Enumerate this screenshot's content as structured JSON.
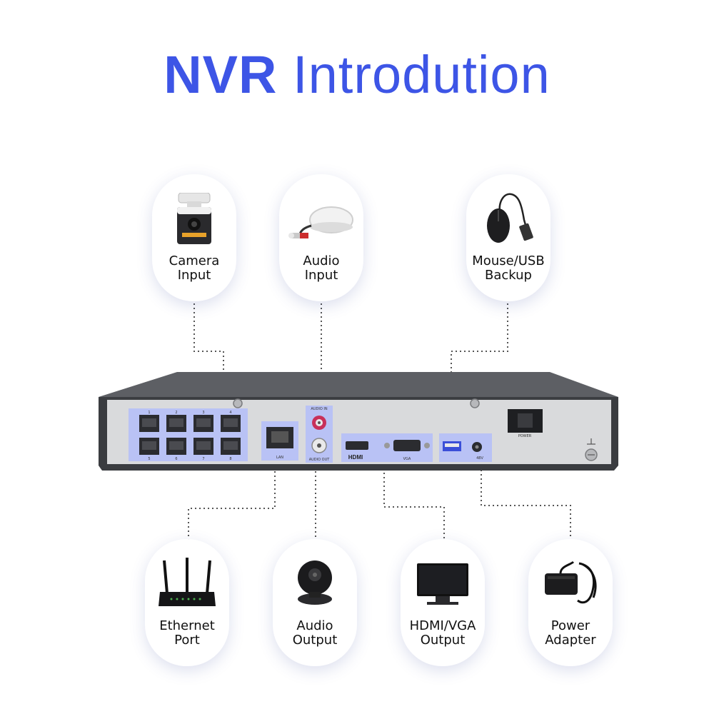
{
  "title": {
    "part1": "NVR",
    "part2": "Introdution"
  },
  "top_items": [
    {
      "line1": "Camera",
      "line2": "Input",
      "icon": "camera-icon"
    },
    {
      "line1": "Audio",
      "line2": "Input",
      "icon": "microphone-icon"
    },
    {
      "line1": "Mouse/USB",
      "line2": "Backup",
      "icon": "mouse-icon"
    }
  ],
  "bottom_items": [
    {
      "line1": "Ethernet",
      "line2": "Port",
      "icon": "router-icon"
    },
    {
      "line1": "Audio",
      "line2": "Output",
      "icon": "speaker-icon"
    },
    {
      "line1": "HDMI/VGA",
      "line2": "Output",
      "icon": "monitor-icon"
    },
    {
      "line1": "Power",
      "line2": "Adapter",
      "icon": "power-adapter-icon"
    }
  ],
  "panel_labels": {
    "lan": "LAN",
    "audio_in": "AUDIO IN",
    "audio_out": "AUDIO OUT",
    "hdmi": "HDMI",
    "vga": "VGA",
    "dc": "48V",
    "power": "POWER",
    "poe_ports": [
      "1",
      "2",
      "3",
      "4",
      "5",
      "6",
      "7",
      "8"
    ]
  },
  "colors": {
    "accent": "#3d55e6",
    "highlight": "#b9c2f5",
    "body": "#4a4c52",
    "panel": "#d9dadc"
  }
}
